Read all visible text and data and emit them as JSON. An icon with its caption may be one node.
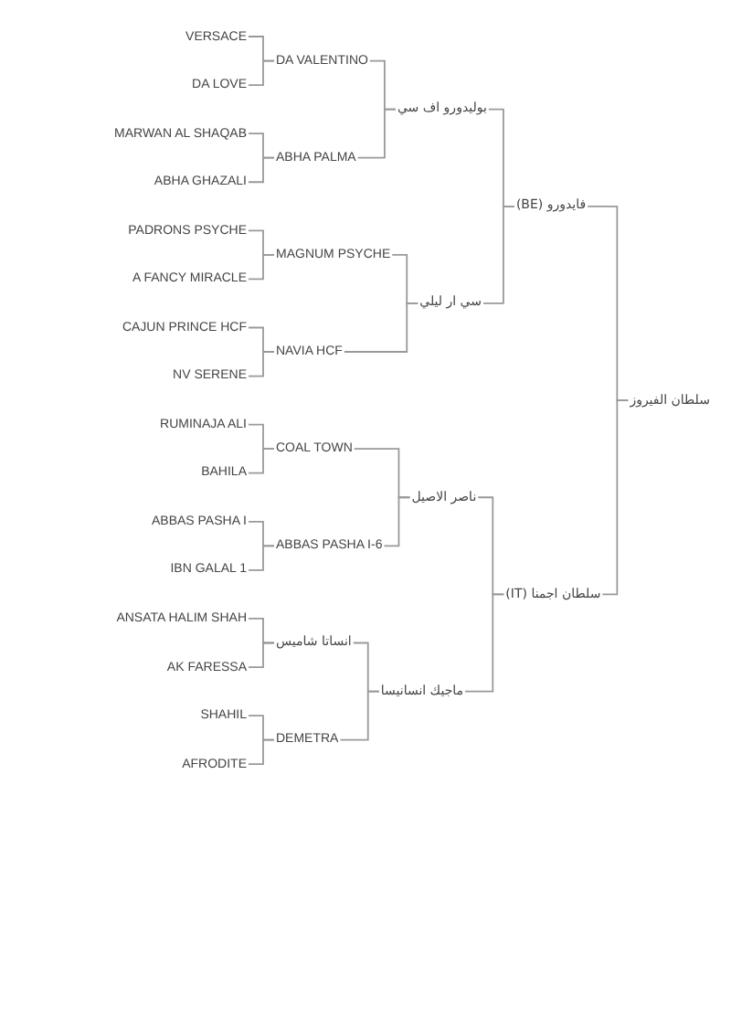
{
  "diagram": {
    "nodes": [
      {
        "text": [
          "VERSACE"
        ]
      },
      {
        "text": [
          "DA VALENTINO"
        ]
      },
      {
        "text": [
          "DA LOVE"
        ]
      },
      {
        "text": [
          "بوليدورو اف سي"
        ]
      },
      {
        "text": [
          "MARWAN AL SHAQAB"
        ]
      },
      {
        "text": [
          "ABHA PALMA"
        ]
      },
      {
        "text": [
          "ABHA GHAZALI"
        ]
      },
      {
        "text": [
          "فايدورو (BE)"
        ]
      },
      {
        "text": [
          "PADRONS PSYCHE"
        ]
      },
      {
        "text": [
          "MAGNUM PSYCHE"
        ]
      },
      {
        "text": [
          "A FANCY MIRACLE"
        ]
      },
      {
        "text": [
          "سي ار ليلي"
        ]
      },
      {
        "text": [
          "CAJUN PRINCE HCF"
        ]
      },
      {
        "text": [
          "NAVIA HCF"
        ]
      },
      {
        "text": [
          "NV SERENE"
        ]
      },
      {
        "text": [
          "سلطان الفيروز"
        ]
      },
      {
        "text": [
          "RUMINAJA ALI"
        ]
      },
      {
        "text": [
          "COAL TOWN"
        ]
      },
      {
        "text": [
          "BAHILA"
        ]
      },
      {
        "text": [
          "ناصر الاصيل"
        ]
      },
      {
        "text": [
          "ABBAS PASHA I"
        ]
      },
      {
        "text": [
          "ABBAS PASHA I-6"
        ]
      },
      {
        "text": [
          "IBN GALAL 1"
        ]
      },
      {
        "text": [
          "سلطان اجمنا (IT)"
        ]
      },
      {
        "text": [
          "ANSATA HALIM SHAH"
        ]
      },
      {
        "text": [
          "انساتا شاميس"
        ]
      },
      {
        "text": [
          "AK FARESSA"
        ]
      },
      {
        "text": [
          "ماجيك انسانيسا"
        ]
      },
      {
        "text": [
          "SHAHIL"
        ]
      },
      {
        "text": [
          "DEMETRA"
        ]
      },
      {
        "text": [
          "AFRODITE"
        ]
      }
    ],
    "edges": [
      {
        "from": 0,
        "to": 1,
        "arrow": "none"
      },
      {
        "from": 2,
        "to": 1,
        "arrow": "none"
      },
      {
        "from": 4,
        "to": 5,
        "arrow": "none"
      },
      {
        "from": 6,
        "to": 5,
        "arrow": "none"
      },
      {
        "from": 1,
        "to": 3,
        "arrow": "none"
      },
      {
        "from": 5,
        "to": 3,
        "arrow": "none"
      },
      {
        "from": 8,
        "to": 9,
        "arrow": "none"
      },
      {
        "from": 10,
        "to": 9,
        "arrow": "none"
      },
      {
        "from": 12,
        "to": 13,
        "arrow": "none"
      },
      {
        "from": 14,
        "to": 13,
        "arrow": "none"
      },
      {
        "from": 9,
        "to": 11,
        "arrow": "none"
      },
      {
        "from": 13,
        "to": 11,
        "arrow": "none"
      },
      {
        "from": 3,
        "to": 7,
        "arrow": "none"
      },
      {
        "from": 11,
        "to": 7,
        "arrow": "none"
      },
      {
        "from": 16,
        "to": 17,
        "arrow": "none"
      },
      {
        "from": 18,
        "to": 17,
        "arrow": "none"
      },
      {
        "from": 20,
        "to": 21,
        "arrow": "none"
      },
      {
        "from": 22,
        "to": 21,
        "arrow": "none"
      },
      {
        "from": 17,
        "to": 19,
        "arrow": "none"
      },
      {
        "from": 21,
        "to": 19,
        "arrow": "none"
      },
      {
        "from": 24,
        "to": 25,
        "arrow": "none"
      },
      {
        "from": 26,
        "to": 25,
        "arrow": "none"
      },
      {
        "from": 28,
        "to": 29,
        "arrow": "none"
      },
      {
        "from": 30,
        "to": 29,
        "arrow": "none"
      },
      {
        "from": 25,
        "to": 27,
        "arrow": "none"
      },
      {
        "from": 29,
        "to": 27,
        "arrow": "none"
      },
      {
        "from": 19,
        "to": 23,
        "arrow": "none"
      },
      {
        "from": 27,
        "to": 23,
        "arrow": "none"
      },
      {
        "from": 7,
        "to": 15,
        "arrow": "none"
      },
      {
        "from": 23,
        "to": 15,
        "arrow": "none"
      }
    ]
  }
}
